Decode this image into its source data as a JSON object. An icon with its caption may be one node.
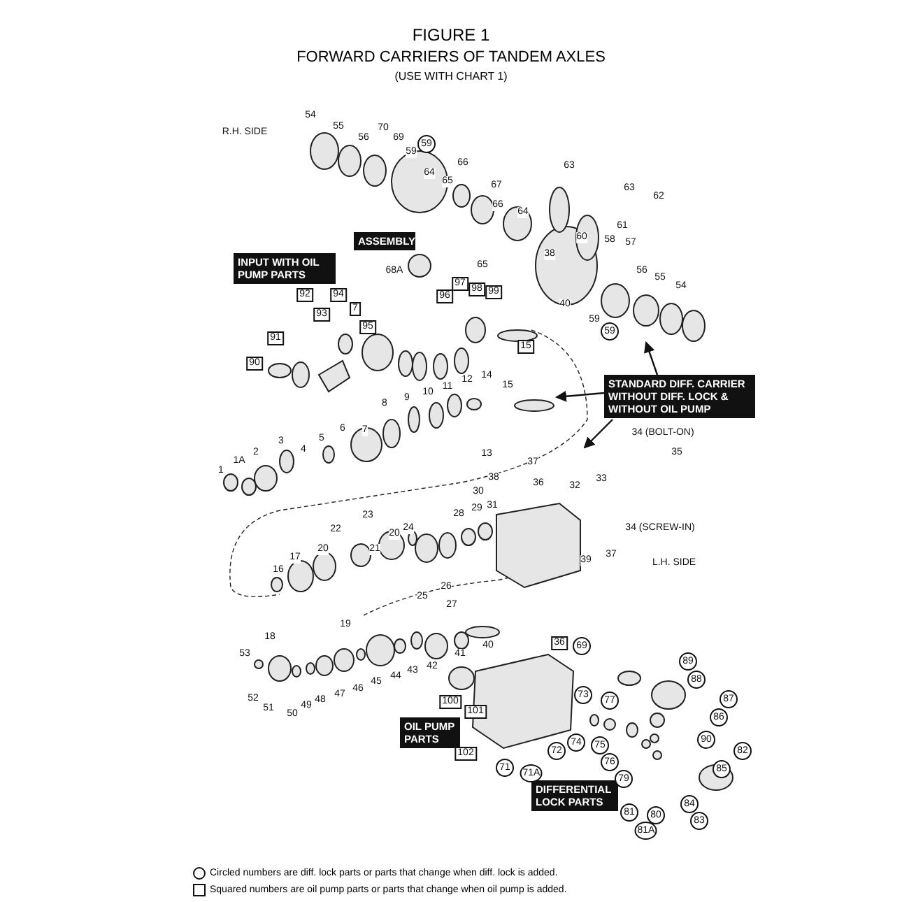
{
  "diagram": {
    "title": "FIGURE 1",
    "nodes": [
      {
        "text": [
          "INPUT WITH OIL PUMP PARTS"
        ]
      },
      {
        "text": [
          "ASSEMBLY"
        ]
      },
      {
        "text": [
          "STANDARD DIFF. CARRIER WITHOUT DIFF. LOCK & WITHOUT OIL PUMP"
        ]
      },
      {
        "text": [
          "OIL PUMP PARTS"
        ]
      },
      {
        "text": [
          "DIFFERENTIAL LOCK PARTS"
        ]
      }
    ],
    "edges": [
      {
        "from": 2,
        "to": null,
        "arrow": "to"
      },
      {
        "from": 2,
        "to": null,
        "arrow": "to"
      },
      {
        "from": 2,
        "to": null,
        "arrow": "to"
      }
    ],
    "labels": [
      "FORWARD CARRIERS OF TANDEM AXLES",
      "(USE WITH CHART 1)",
      "R.H. SIDE",
      "54",
      "55",
      "56",
      "70",
      "69",
      "59",
      "59",
      "66",
      "63",
      "64",
      "65",
      "67",
      "63",
      "62",
      "66",
      "64",
      "61",
      "60",
      "58",
      "57",
      "38",
      "65",
      "68A",
      "56",
      "55",
      "54",
      "97",
      "98",
      "99",
      "92",
      "94",
      "96",
      "40",
      "7",
      "93",
      "59",
      "95",
      "59",
      "91",
      "15",
      "90",
      "14",
      "12",
      "11",
      "15",
      "10",
      "9",
      "8",
      "6",
      "7",
      "3",
      "5",
      "34 (BOLT-ON)",
      "4",
      "35",
      "2",
      "13",
      "1A",
      "37",
      "1",
      "38",
      "33",
      "36",
      "32",
      "30",
      "31",
      "29",
      "28",
      "23",
      "34 (SCREW-IN)",
      "24",
      "22",
      "20",
      "21",
      "20",
      "17",
      "37",
      "39",
      "L.H. SIDE",
      "16",
      "26",
      "25",
      "27",
      "19",
      "18",
      "36",
      "69",
      "40",
      "53",
      "41",
      "89",
      "42",
      "43",
      "44",
      "88",
      "45",
      "46",
      "73",
      "47",
      "52",
      "87",
      "48",
      "77",
      "100",
      "49",
      "51",
      "101",
      "50",
      "86",
      "90",
      "74",
      "75",
      "72",
      "82",
      "102",
      "76",
      "71",
      "85",
      "71A",
      "79",
      "84",
      "81",
      "80",
      "83",
      "81A"
    ],
    "legend": [
      {
        "text": "Circled numbers are diff. lock parts or parts that change when diff. lock is added."
      },
      {
        "text": "Squared numbers are oil pump parts or parts that change when oil pump is added."
      }
    ]
  }
}
